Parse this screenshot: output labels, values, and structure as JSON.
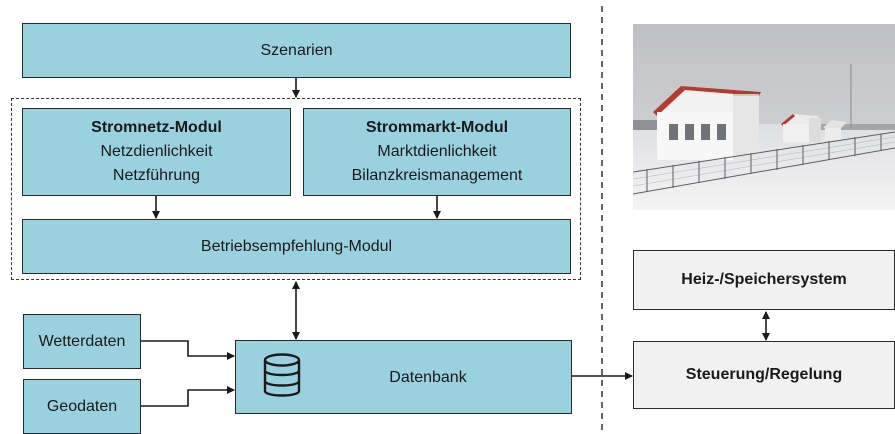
{
  "scenarios": {
    "label": "Szenarien"
  },
  "grid_module": {
    "title": "Stromnetz-Modul",
    "lines": [
      "Netzdienlichkeit",
      "Netzführung"
    ]
  },
  "market_module": {
    "title": "Strommarkt-Modul",
    "lines": [
      "Marktdienlichkeit",
      "Bilanzkreismanagement"
    ]
  },
  "operation_module": {
    "label": "Betriebsempfehlung-Modul"
  },
  "weather": {
    "label": "Wetterdaten"
  },
  "geo": {
    "label": "Geodaten"
  },
  "database": {
    "label": "Datenbank",
    "icon": "database-icon"
  },
  "heating": {
    "label": "Heiz-/Speichersystem"
  },
  "control": {
    "label": "Steuerung/Regelung"
  },
  "photo": {
    "icon": "house-photo"
  },
  "colors": {
    "module_fill": "#9ad1df",
    "system_fill": "#f1f1f1",
    "line": "#2a2a2a"
  }
}
